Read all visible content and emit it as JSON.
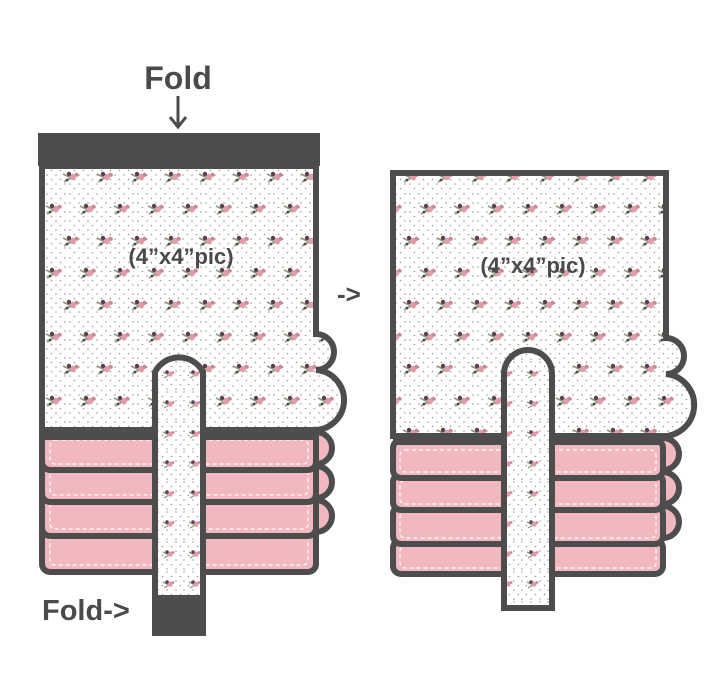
{
  "diagram": {
    "fold_top_label": "Fold",
    "fold_bottom_label": "Fold->",
    "transition_arrow": "->",
    "left_pic_label": "(4”x4”pic)",
    "right_pic_label": "(4”x4”pic)",
    "down_arrow_icon": "arrow-down-icon"
  },
  "colors": {
    "outline": "#4d4d4d",
    "pink": "#f2b8bf",
    "pink_stitch": "#ffffff",
    "fabric_bg": "#ffffff",
    "dot": "#9a9a9a",
    "flower_pink": "#e39aa9",
    "flower_dark": "#5b3d56",
    "leaf_green": "#8a9a7a"
  }
}
